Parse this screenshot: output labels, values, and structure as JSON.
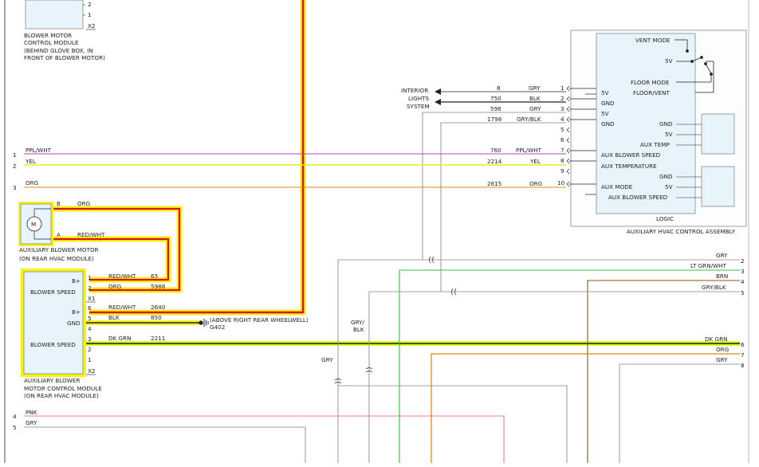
{
  "modules": {
    "blower_motor_control": {
      "pins": [
        "2",
        "1",
        "X2"
      ],
      "label": [
        "BLOWER MOTOR",
        "CONTROL MODULE",
        "(BEHIND GLOVE BOX, IN",
        "FRONT OF BLOWER MOTOR)"
      ]
    },
    "hvac_control": {
      "label": "AUXILIARY HVAC CONTROL ASSEMBLY",
      "logic": "LOGIC",
      "switch": {
        "vent": "VENT MODE",
        "fivev": "5V",
        "floor": "FLOOR MODE",
        "floorvent": "FLOOR/VENT"
      },
      "pins": [
        "1",
        "2",
        "3",
        "4",
        "5",
        "6",
        "7",
        "8",
        "9",
        "10"
      ],
      "left_labels": [
        "5V",
        "GND",
        "5V",
        "GND",
        "AUX BLOWER SPEED",
        "AUX TEMPERATURE",
        "AUX MODE",
        "AUX BLOWER SPEED"
      ],
      "right_labels_1": [
        "GND",
        "5V",
        "AUX TEMP"
      ],
      "right_labels_2": [
        "GND",
        "5V"
      ]
    },
    "aux_blower_motor": {
      "symbol": "M",
      "pins": [
        "B",
        "A"
      ],
      "label": [
        "AUXILIARY BLOWER MOTOR",
        "(ON REAR HVAC MODULE)"
      ]
    },
    "aux_blower_control": {
      "pins": [
        "1",
        "2",
        "X1",
        "6",
        "5",
        "4",
        "3",
        "2",
        "1",
        "X2"
      ],
      "labels": [
        "B+",
        "BLOWER SPEED",
        "B+",
        "GND",
        "BLOWER SPEED"
      ],
      "label": [
        "AUXILIARY BLOWER",
        "MOTOR CONTROL MODULE",
        "(ON REAR HVAC MODULE)"
      ]
    }
  },
  "interior_lights": [
    "INTERIOR",
    "LIGHTS",
    "SYSTEM"
  ],
  "ground": [
    "(ABOVE RIGHT REAR WHEELWELL)",
    "G402"
  ],
  "hvac_wires": [
    {
      "circuit": "8",
      "color": "GRY"
    },
    {
      "circuit": "750",
      "color": "BLK"
    },
    {
      "circuit": "596",
      "color": "GRY"
    },
    {
      "circuit": "1798",
      "color": "GRY/BLK"
    },
    {
      "circuit": "760",
      "color": "PPL/WHT"
    },
    {
      "circuit": "2214",
      "color": "YEL"
    },
    {
      "circuit": "2615",
      "color": "ORG"
    }
  ],
  "left_wires": [
    {
      "num": "1",
      "color": "PPL/WHT"
    },
    {
      "num": "2",
      "color": "YEL"
    },
    {
      "num": "3",
      "color": "ORG"
    },
    {
      "num": "4",
      "color": "PNK"
    },
    {
      "num": "5",
      "color": "GRY"
    }
  ],
  "motor_wires": [
    {
      "color": "ORG"
    },
    {
      "color": "RED/WHT"
    }
  ],
  "control_wires": [
    {
      "color": "RED/WHT",
      "circuit": "65"
    },
    {
      "color": "ORG",
      "circuit": "5988"
    },
    {
      "color": "RED/WHT",
      "circuit": "2640"
    },
    {
      "color": "BLK",
      "circuit": "850"
    },
    {
      "color": "DK GRN",
      "circuit": "2211"
    }
  ],
  "right_wires": [
    {
      "num": "2",
      "color": "GRY"
    },
    {
      "num": "3",
      "color": "LT GRN/WHT"
    },
    {
      "num": "4",
      "color": "BRN"
    },
    {
      "num": "5",
      "color": "GRY/BLK"
    },
    {
      "num": "6",
      "color": "DK GRN"
    },
    {
      "num": "7",
      "color": "ORG"
    },
    {
      "num": "8",
      "color": "GRY"
    }
  ],
  "vertical_labels": [
    "GRY/",
    "BLK",
    "GRY"
  ],
  "colors": {
    "highlight": "#f5f214",
    "red": "#e01010",
    "purple": "#c040c0",
    "yellow": "#e8e820",
    "orange": "#e08a10",
    "pink": "#f07898",
    "gray": "#a0a0a0",
    "green": "#30c030",
    "brown": "#8a5a10",
    "dkgreen": "#0a6a20",
    "module_fill": "#e8f4fb"
  }
}
